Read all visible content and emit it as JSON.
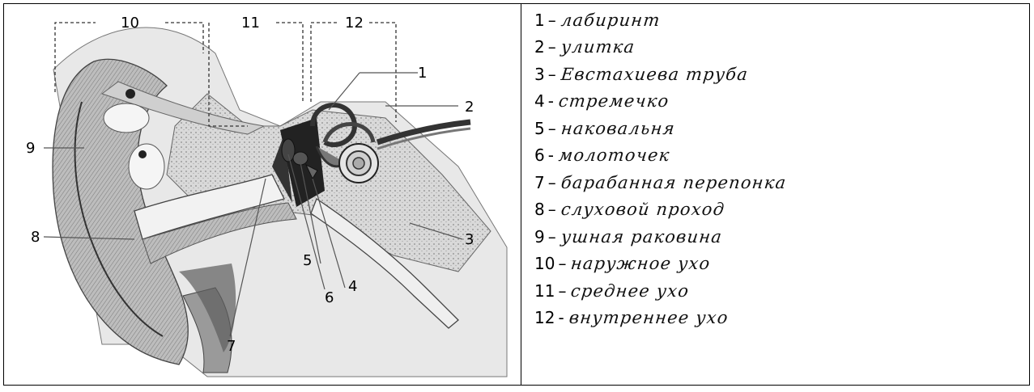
{
  "diagram": {
    "callouts": [
      "1",
      "2",
      "3",
      "4",
      "5",
      "6",
      "7",
      "8",
      "9",
      "10",
      "11",
      "12"
    ]
  },
  "legend": [
    {
      "num": "1",
      "dash": "–",
      "text": "лабиринт"
    },
    {
      "num": "2",
      "dash": "–",
      "text": "улитка"
    },
    {
      "num": "3",
      "dash": "–",
      "text": "Евстахиева труба"
    },
    {
      "num": "4",
      "dash": "-",
      "text": "стремечко"
    },
    {
      "num": "5",
      "dash": "–",
      "text": "наковальня"
    },
    {
      "num": "6",
      "dash": "-",
      "text": "молоточек"
    },
    {
      "num": "7",
      "dash": "–",
      "text": "барабанная перепонка"
    },
    {
      "num": "8",
      "dash": "–",
      "text": "слуховой проход"
    },
    {
      "num": "9",
      "dash": "–",
      "text": "ушная раковина"
    },
    {
      "num": "10",
      "dash": "–",
      "text": "наружное ухо"
    },
    {
      "num": "11",
      "dash": "–",
      "text": "среднее ухо"
    },
    {
      "num": "12",
      "dash": "-",
      "text": "внутреннее ухо"
    }
  ]
}
